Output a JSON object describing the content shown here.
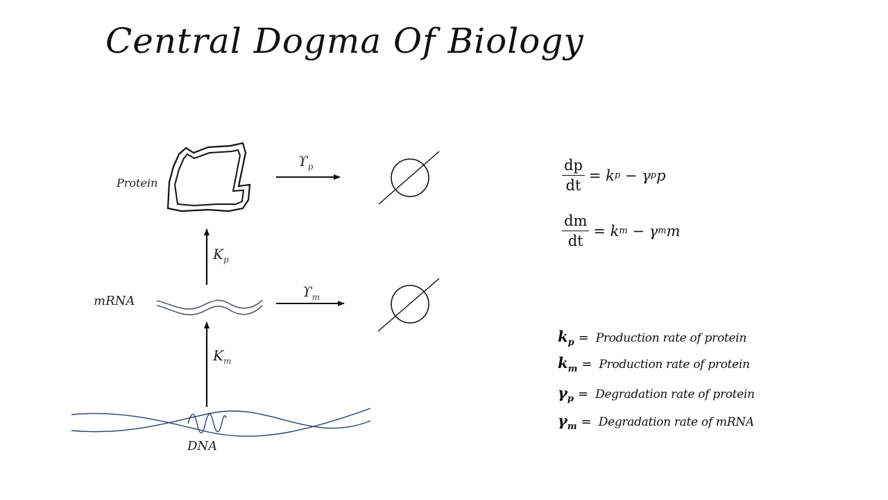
{
  "slide": {
    "title": "Central Dogma Of Biology",
    "labels": {
      "protein": "Protein",
      "mrna": "mRNA",
      "dna": "DNA"
    },
    "rates": {
      "gamma_p": {
        "symbol": "ϒ",
        "sub": "p"
      },
      "gamma_m": {
        "symbol": "ϒ",
        "sub": "m"
      },
      "k_p": {
        "symbol": "K",
        "sub": "p"
      },
      "k_m": {
        "symbol": "K",
        "sub": "m"
      }
    },
    "equations": [
      {
        "num": "dp",
        "den": "dt",
        "rhs_k": "k",
        "rhs_k_sub": "p",
        "minus": "−",
        "rhs_g": "γ",
        "rhs_g_sub": "p",
        "rhs_var": "p"
      },
      {
        "num": "dm",
        "den": "dt",
        "rhs_k": "k",
        "rhs_k_sub": "m",
        "minus": "−",
        "rhs_g": "γ",
        "rhs_g_sub": "m",
        "rhs_var": "m"
      }
    ],
    "definitions": [
      {
        "symbol": "k",
        "sub": "p",
        "equals": "=",
        "text": "Production rate of protein"
      },
      {
        "symbol": "k",
        "sub": "m",
        "equals": "=",
        "text": "Production rate of protein"
      },
      {
        "symbol": "γ",
        "sub": "p",
        "equals": "=",
        "text": "Degradation rate of protein"
      },
      {
        "symbol": "γ",
        "sub": "m",
        "equals": "=",
        "text": "Degradation rate of mRNA"
      }
    ],
    "colors": {
      "ink": "#111111",
      "dna_strand": "#2f3f6b",
      "mrna_strand": "#555a66"
    },
    "icons": [
      "protein-blob-icon",
      "null-set-icon",
      "arrow-right-icon",
      "arrow-up-icon"
    ]
  }
}
